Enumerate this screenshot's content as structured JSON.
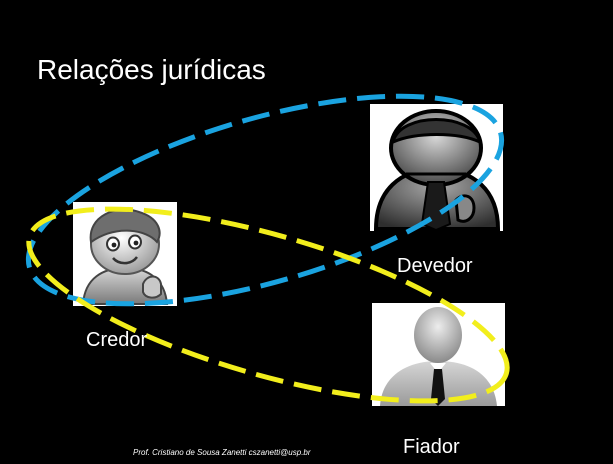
{
  "slide": {
    "title": "Relações jurídicas",
    "background_color": "#000000",
    "footer": "Prof. Cristiano de Sousa Zanetti  cszanetti@usp.br"
  },
  "nodes": {
    "credor": {
      "label": "Credor",
      "icon": "boy-character-icon"
    },
    "devedor": {
      "label": "Devedor",
      "icon": "businessman-character-icon"
    },
    "fiador": {
      "label": "Fiador",
      "icon": "person-silhouette-icon"
    }
  },
  "relations": [
    {
      "from": "Credor",
      "to": "Devedor",
      "color": "#1aa3e0",
      "style": "dashed-oval"
    },
    {
      "from": "Credor",
      "to": "Fiador",
      "color": "#f2ee1c",
      "style": "dashed-oval"
    }
  ]
}
